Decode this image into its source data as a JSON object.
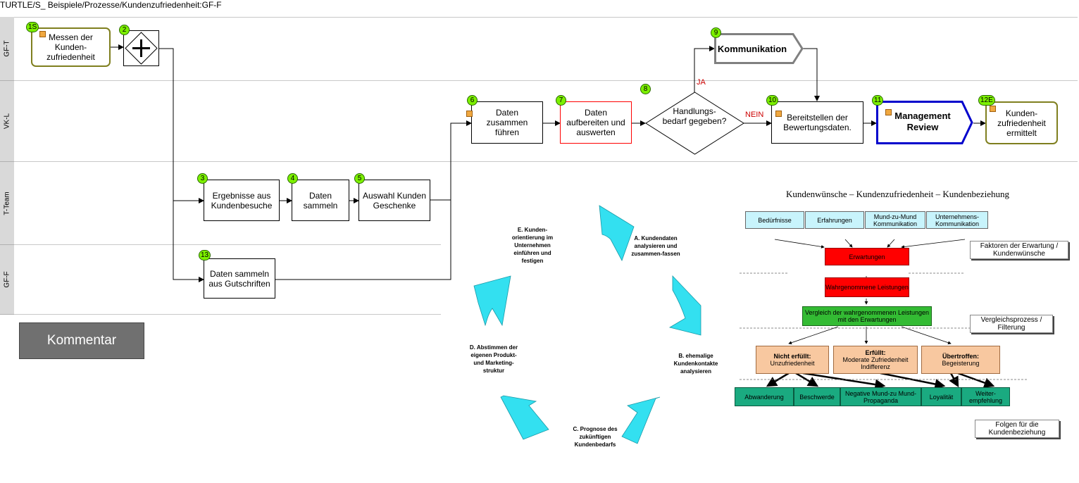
{
  "path": "TURTLE/S_ Beispiele/Prozesse/Kundenzufriedenheit:GF-F",
  "lanes": [
    "GF-T",
    "VK-L",
    "T-Team",
    "GF-F"
  ],
  "nodes": {
    "n1": {
      "num": "1S",
      "text": "Messen der Kunden-zufriedenheit"
    },
    "n2": {
      "num": "2"
    },
    "n3": {
      "num": "3",
      "text": "Ergebnisse aus Kundenbesuche"
    },
    "n4": {
      "num": "4",
      "text": "Daten sammeln"
    },
    "n5": {
      "num": "5",
      "text": "Auswahl Kunden Geschenke"
    },
    "n6": {
      "num": "6",
      "text": "Daten zusammen führen"
    },
    "n7": {
      "num": "7",
      "text": "Daten aufbereiten und auswerten"
    },
    "n8": {
      "num": "8",
      "text": "Handlungs-bedarf gegeben?"
    },
    "n9": {
      "num": "9",
      "text": "Kommunikation"
    },
    "n10": {
      "num": "10",
      "text": "Bereitstellen der Bewertungsdaten."
    },
    "n11": {
      "num": "11",
      "text": "Management Review"
    },
    "n12": {
      "num": "12E",
      "text": "Kunden-zufriedenheit ermittelt"
    },
    "n13": {
      "num": "13",
      "text": "Daten sammeln aus Gutschriften"
    }
  },
  "edges": {
    "ja": "JA",
    "nein": "NEIN"
  },
  "kommentar": "Kommentar",
  "cycle": {
    "a": "A. Kundendaten analysieren und zusammen-fassen",
    "b": "B. ehemalige Kundenkontakte analysieren",
    "c": "C. Prognose des zukünftigen Kundenbedarfs",
    "d": "D. Abstimmen der eigenen Produkt- und Marketing-struktur",
    "e": "E. Kunden-orientierung im Unternehmen einführen und festigen"
  },
  "kbz": {
    "title": "Kundenwünsche – Kundenzufriedenheit – Kundenbeziehung",
    "top": [
      "Bedürfnisse",
      "Erfahrungen",
      "Mund-zu-Mund Kommunikation",
      "Unternehmens-Kommunikation"
    ],
    "erwartungen": "Erwartungen",
    "wahrgenommen": "Wahrgenommene Leistungen",
    "vergleich": "Vergleich der wahrgenommenen Leistungen mit den Erwartungen",
    "nicht": {
      "head": "Nicht erfüllt:",
      "sub": "Unzufriedenheit"
    },
    "erfuellt": {
      "head": "Erfüllt:",
      "sub": "Moderate Zufriedenheit Indifferenz"
    },
    "uebertroffen": {
      "head": "Übertroffen:",
      "sub": "Begeisterung"
    },
    "bottom": [
      "Abwanderung",
      "Beschwerde",
      "Negative Mund-zu Mund-Propaganda",
      "Loyalität",
      "Weiter-empfehlung"
    ],
    "note1": "Faktoren der Erwartung / Kundenwünsche",
    "note2": "Vergleichsprozess / Filterung",
    "note3": "Folgen für die Kundenbeziehung"
  },
  "colors": {
    "event_border": "#7f7f1f",
    "badge": "#7cf000",
    "review_border": "#0000cc",
    "red_box": "#ff0000",
    "green_box": "#33bb33",
    "teal_box": "#1aaa80",
    "orange_box": "#f8c8a0",
    "cycle_arrow": "#33e0f0"
  }
}
